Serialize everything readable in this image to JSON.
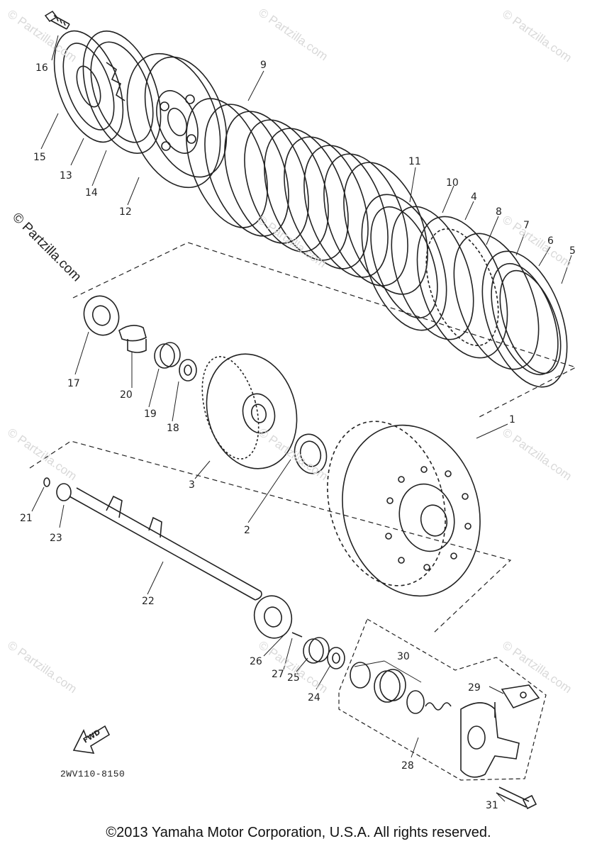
{
  "watermark": "© Partzilla.com",
  "side_watermark": "© Partzilla.com",
  "part_code": "2WV110-8150",
  "fwd_arrow_label": "FWD",
  "copyright": "©2013  Yamaha Motor Corporation, U.S.A. All rights reserved.",
  "callouts": [
    "1",
    "2",
    "3",
    "4",
    "5",
    "6",
    "7",
    "8",
    "9",
    "10",
    "11",
    "12",
    "13",
    "14",
    "15",
    "16",
    "17",
    "18",
    "19",
    "20",
    "21",
    "22",
    "23",
    "24",
    "25",
    "26",
    "27",
    "28",
    "29",
    "30",
    "31"
  ],
  "colors": {
    "ink": "#222222",
    "watermark": "#d9d9d9",
    "background": "#ffffff"
  }
}
